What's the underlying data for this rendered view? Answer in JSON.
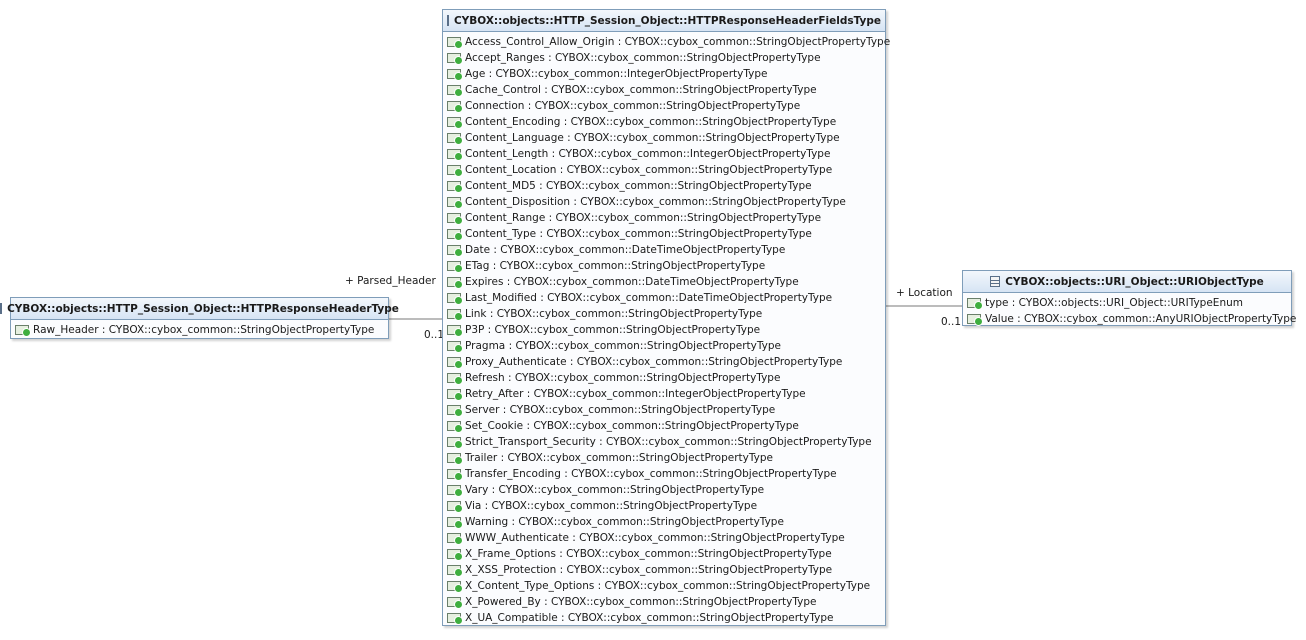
{
  "classes": {
    "response_header": {
      "title": "CYBOX::objects::HTTP_Session_Object::HTTPResponseHeaderType",
      "attributes": [
        "Raw_Header : CYBOX::cybox_common::StringObjectPropertyType"
      ]
    },
    "header_fields": {
      "title": "CYBOX::objects::HTTP_Session_Object::HTTPResponseHeaderFieldsType",
      "attributes": [
        "Access_Control_Allow_Origin : CYBOX::cybox_common::StringObjectPropertyType",
        "Accept_Ranges : CYBOX::cybox_common::StringObjectPropertyType",
        "Age : CYBOX::cybox_common::IntegerObjectPropertyType",
        "Cache_Control : CYBOX::cybox_common::StringObjectPropertyType",
        "Connection : CYBOX::cybox_common::StringObjectPropertyType",
        "Content_Encoding : CYBOX::cybox_common::StringObjectPropertyType",
        "Content_Language : CYBOX::cybox_common::StringObjectPropertyType",
        "Content_Length : CYBOX::cybox_common::IntegerObjectPropertyType",
        "Content_Location : CYBOX::cybox_common::StringObjectPropertyType",
        "Content_MD5 : CYBOX::cybox_common::StringObjectPropertyType",
        "Content_Disposition : CYBOX::cybox_common::StringObjectPropertyType",
        "Content_Range : CYBOX::cybox_common::StringObjectPropertyType",
        "Content_Type : CYBOX::cybox_common::StringObjectPropertyType",
        "Date : CYBOX::cybox_common::DateTimeObjectPropertyType",
        "ETag : CYBOX::cybox_common::StringObjectPropertyType",
        "Expires : CYBOX::cybox_common::DateTimeObjectPropertyType",
        "Last_Modified : CYBOX::cybox_common::DateTimeObjectPropertyType",
        "Link : CYBOX::cybox_common::StringObjectPropertyType",
        "P3P : CYBOX::cybox_common::StringObjectPropertyType",
        "Pragma : CYBOX::cybox_common::StringObjectPropertyType",
        "Proxy_Authenticate : CYBOX::cybox_common::StringObjectPropertyType",
        "Refresh : CYBOX::cybox_common::StringObjectPropertyType",
        "Retry_After : CYBOX::cybox_common::IntegerObjectPropertyType",
        "Server : CYBOX::cybox_common::StringObjectPropertyType",
        "Set_Cookie : CYBOX::cybox_common::StringObjectPropertyType",
        "Strict_Transport_Security : CYBOX::cybox_common::StringObjectPropertyType",
        "Trailer : CYBOX::cybox_common::StringObjectPropertyType",
        "Transfer_Encoding : CYBOX::cybox_common::StringObjectPropertyType",
        "Vary : CYBOX::cybox_common::StringObjectPropertyType",
        "Via : CYBOX::cybox_common::StringObjectPropertyType",
        "Warning : CYBOX::cybox_common::StringObjectPropertyType",
        "WWW_Authenticate : CYBOX::cybox_common::StringObjectPropertyType",
        "X_Frame_Options : CYBOX::cybox_common::StringObjectPropertyType",
        "X_XSS_Protection : CYBOX::cybox_common::StringObjectPropertyType",
        "X_Content_Type_Options : CYBOX::cybox_common::StringObjectPropertyType",
        "X_Powered_By : CYBOX::cybox_common::StringObjectPropertyType",
        "X_UA_Compatible : CYBOX::cybox_common::StringObjectPropertyType"
      ]
    },
    "uri_object": {
      "title": "CYBOX::objects::URI_Object::URIObjectType",
      "attributes": [
        "type : CYBOX::objects::URI_Object::URITypeEnum",
        "Value : CYBOX::cybox_common::AnyURIObjectPropertyType"
      ]
    }
  },
  "associations": {
    "parsed_header": {
      "role": "+ Parsed_Header",
      "multiplicity": "0..1"
    },
    "location": {
      "role": "+ Location",
      "multiplicity": "0..1"
    }
  },
  "icons": {
    "class": "class-icon",
    "attribute": "attribute-icon"
  },
  "colors": {
    "header_top": "#f3f7fc",
    "header_bottom": "#d6e4f4",
    "border": "#7f9db9",
    "attribute_badge": "#3fae3f"
  }
}
